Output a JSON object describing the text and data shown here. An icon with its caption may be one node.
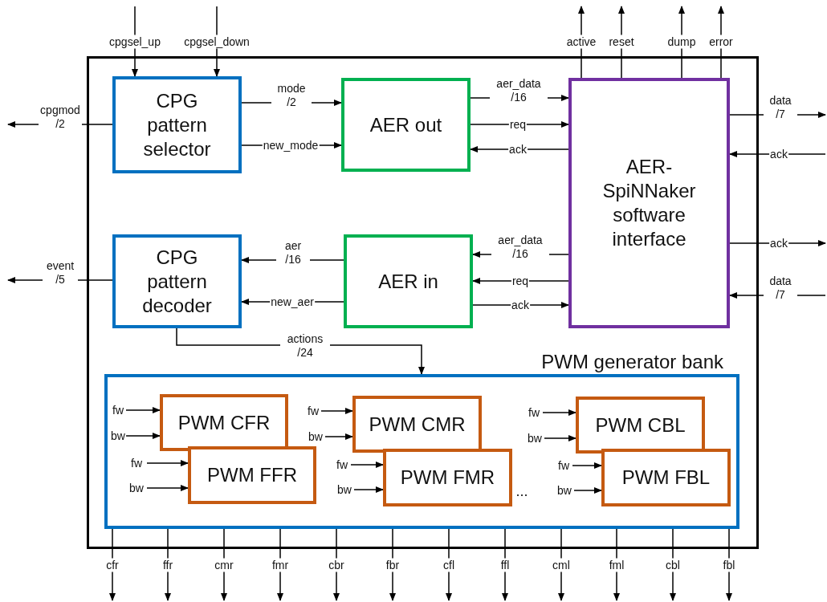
{
  "diagram": {
    "nodes": [
      {
        "text": [],
        "shape": "box"
      },
      {
        "text": [
          "CPG pattern selector"
        ],
        "in": 0
      },
      {
        "text": [
          "AER out"
        ],
        "in": 0
      },
      {
        "text": [
          "AER-SpiNNaker software interface"
        ],
        "in": 0
      },
      {
        "text": [
          "CPG pattern decoder"
        ],
        "in": 0
      },
      {
        "text": [
          "AER in"
        ],
        "in": 0
      },
      {
        "text": [
          "PWM generator bank"
        ],
        "in": 0
      },
      {
        "text": [
          "PWM CFR"
        ],
        "in": 6
      },
      {
        "text": [
          "PWM FFR"
        ],
        "in": 6
      },
      {
        "text": [
          "PWM CMR"
        ],
        "in": 6
      },
      {
        "text": [
          "PWM FMR"
        ],
        "in": 6
      },
      {
        "text": [
          "PWM CBL"
        ],
        "in": 6
      },
      {
        "text": [
          "PWM FBL"
        ],
        "in": 6
      }
    ],
    "edges": [
      {
        "from": null,
        "to": 1,
        "arrow": "to",
        "label": "cpgsel_up"
      },
      {
        "from": null,
        "to": 1,
        "arrow": "to",
        "label": "cpgsel_down"
      },
      {
        "from": 1,
        "to": null,
        "arrow": "to",
        "label": "cpgmod /2"
      },
      {
        "from": 1,
        "to": 2,
        "arrow": "to",
        "label": "mode /2"
      },
      {
        "from": 1,
        "to": 2,
        "arrow": "to",
        "label": "new_mode"
      },
      {
        "from": 2,
        "to": 3,
        "arrow": "to",
        "label": "aer_data /16"
      },
      {
        "from": 2,
        "to": 3,
        "arrow": "to",
        "label": "req"
      },
      {
        "from": 3,
        "to": 2,
        "arrow": "to",
        "label": "ack"
      },
      {
        "from": 3,
        "to": null,
        "arrow": "to",
        "label": "active"
      },
      {
        "from": 3,
        "to": null,
        "arrow": "to",
        "label": "reset"
      },
      {
        "from": 3,
        "to": null,
        "arrow": "to",
        "label": "dump"
      },
      {
        "from": 3,
        "to": null,
        "arrow": "to",
        "label": "error"
      },
      {
        "from": 3,
        "to": null,
        "arrow": "to",
        "label": "data /7"
      },
      {
        "from": null,
        "to": 3,
        "arrow": "to",
        "label": "ack"
      },
      {
        "from": 3,
        "to": null,
        "arrow": "to",
        "label": "ack"
      },
      {
        "from": null,
        "to": 3,
        "arrow": "to",
        "label": "data /7"
      },
      {
        "from": 3,
        "to": 5,
        "arrow": "to",
        "label": "aer_data /16"
      },
      {
        "from": 3,
        "to": 5,
        "arrow": "to",
        "label": "req"
      },
      {
        "from": 5,
        "to": 3,
        "arrow": "to",
        "label": "ack"
      },
      {
        "from": 5,
        "to": 4,
        "arrow": "to",
        "label": "aer /16"
      },
      {
        "from": 5,
        "to": 4,
        "arrow": "to",
        "label": "new_aer"
      },
      {
        "from": 4,
        "to": null,
        "arrow": "to",
        "label": "event /5"
      },
      {
        "from": 4,
        "to": 6,
        "arrow": "to",
        "label": "actions /24"
      },
      {
        "from": null,
        "to": 7,
        "arrow": "to",
        "label": "fw"
      },
      {
        "from": null,
        "to": 7,
        "arrow": "to",
        "label": "bw"
      },
      {
        "from": null,
        "to": 8,
        "arrow": "to",
        "label": "fw"
      },
      {
        "from": null,
        "to": 8,
        "arrow": "to",
        "label": "bw"
      },
      {
        "from": null,
        "to": 9,
        "arrow": "to",
        "label": "fw"
      },
      {
        "from": null,
        "to": 9,
        "arrow": "to",
        "label": "bw"
      },
      {
        "from": null,
        "to": 10,
        "arrow": "to",
        "label": "fw"
      },
      {
        "from": null,
        "to": 10,
        "arrow": "to",
        "label": "bw"
      },
      {
        "from": null,
        "to": 11,
        "arrow": "to",
        "label": "fw"
      },
      {
        "from": null,
        "to": 11,
        "arrow": "to",
        "label": "bw"
      },
      {
        "from": null,
        "to": 12,
        "arrow": "to",
        "label": "fw"
      },
      {
        "from": null,
        "to": 12,
        "arrow": "to",
        "label": "bw"
      },
      {
        "from": 6,
        "to": null,
        "arrow": "to",
        "label": "cfr"
      },
      {
        "from": 6,
        "to": null,
        "arrow": "to",
        "label": "ffr"
      },
      {
        "from": 6,
        "to": null,
        "arrow": "to",
        "label": "cmr"
      },
      {
        "from": 6,
        "to": null,
        "arrow": "to",
        "label": "fmr"
      },
      {
        "from": 6,
        "to": null,
        "arrow": "to",
        "label": "cbr"
      },
      {
        "from": 6,
        "to": null,
        "arrow": "to",
        "label": "fbr"
      },
      {
        "from": 6,
        "to": null,
        "arrow": "to",
        "label": "cfl"
      },
      {
        "from": 6,
        "to": null,
        "arrow": "to",
        "label": "ffl"
      },
      {
        "from": 6,
        "to": null,
        "arrow": "to",
        "label": "cml"
      },
      {
        "from": 6,
        "to": null,
        "arrow": "to",
        "label": "fml"
      },
      {
        "from": 6,
        "to": null,
        "arrow": "to",
        "label": "cbl"
      },
      {
        "from": 6,
        "to": null,
        "arrow": "to",
        "label": "fbl"
      }
    ],
    "labels": [
      "..."
    ]
  }
}
